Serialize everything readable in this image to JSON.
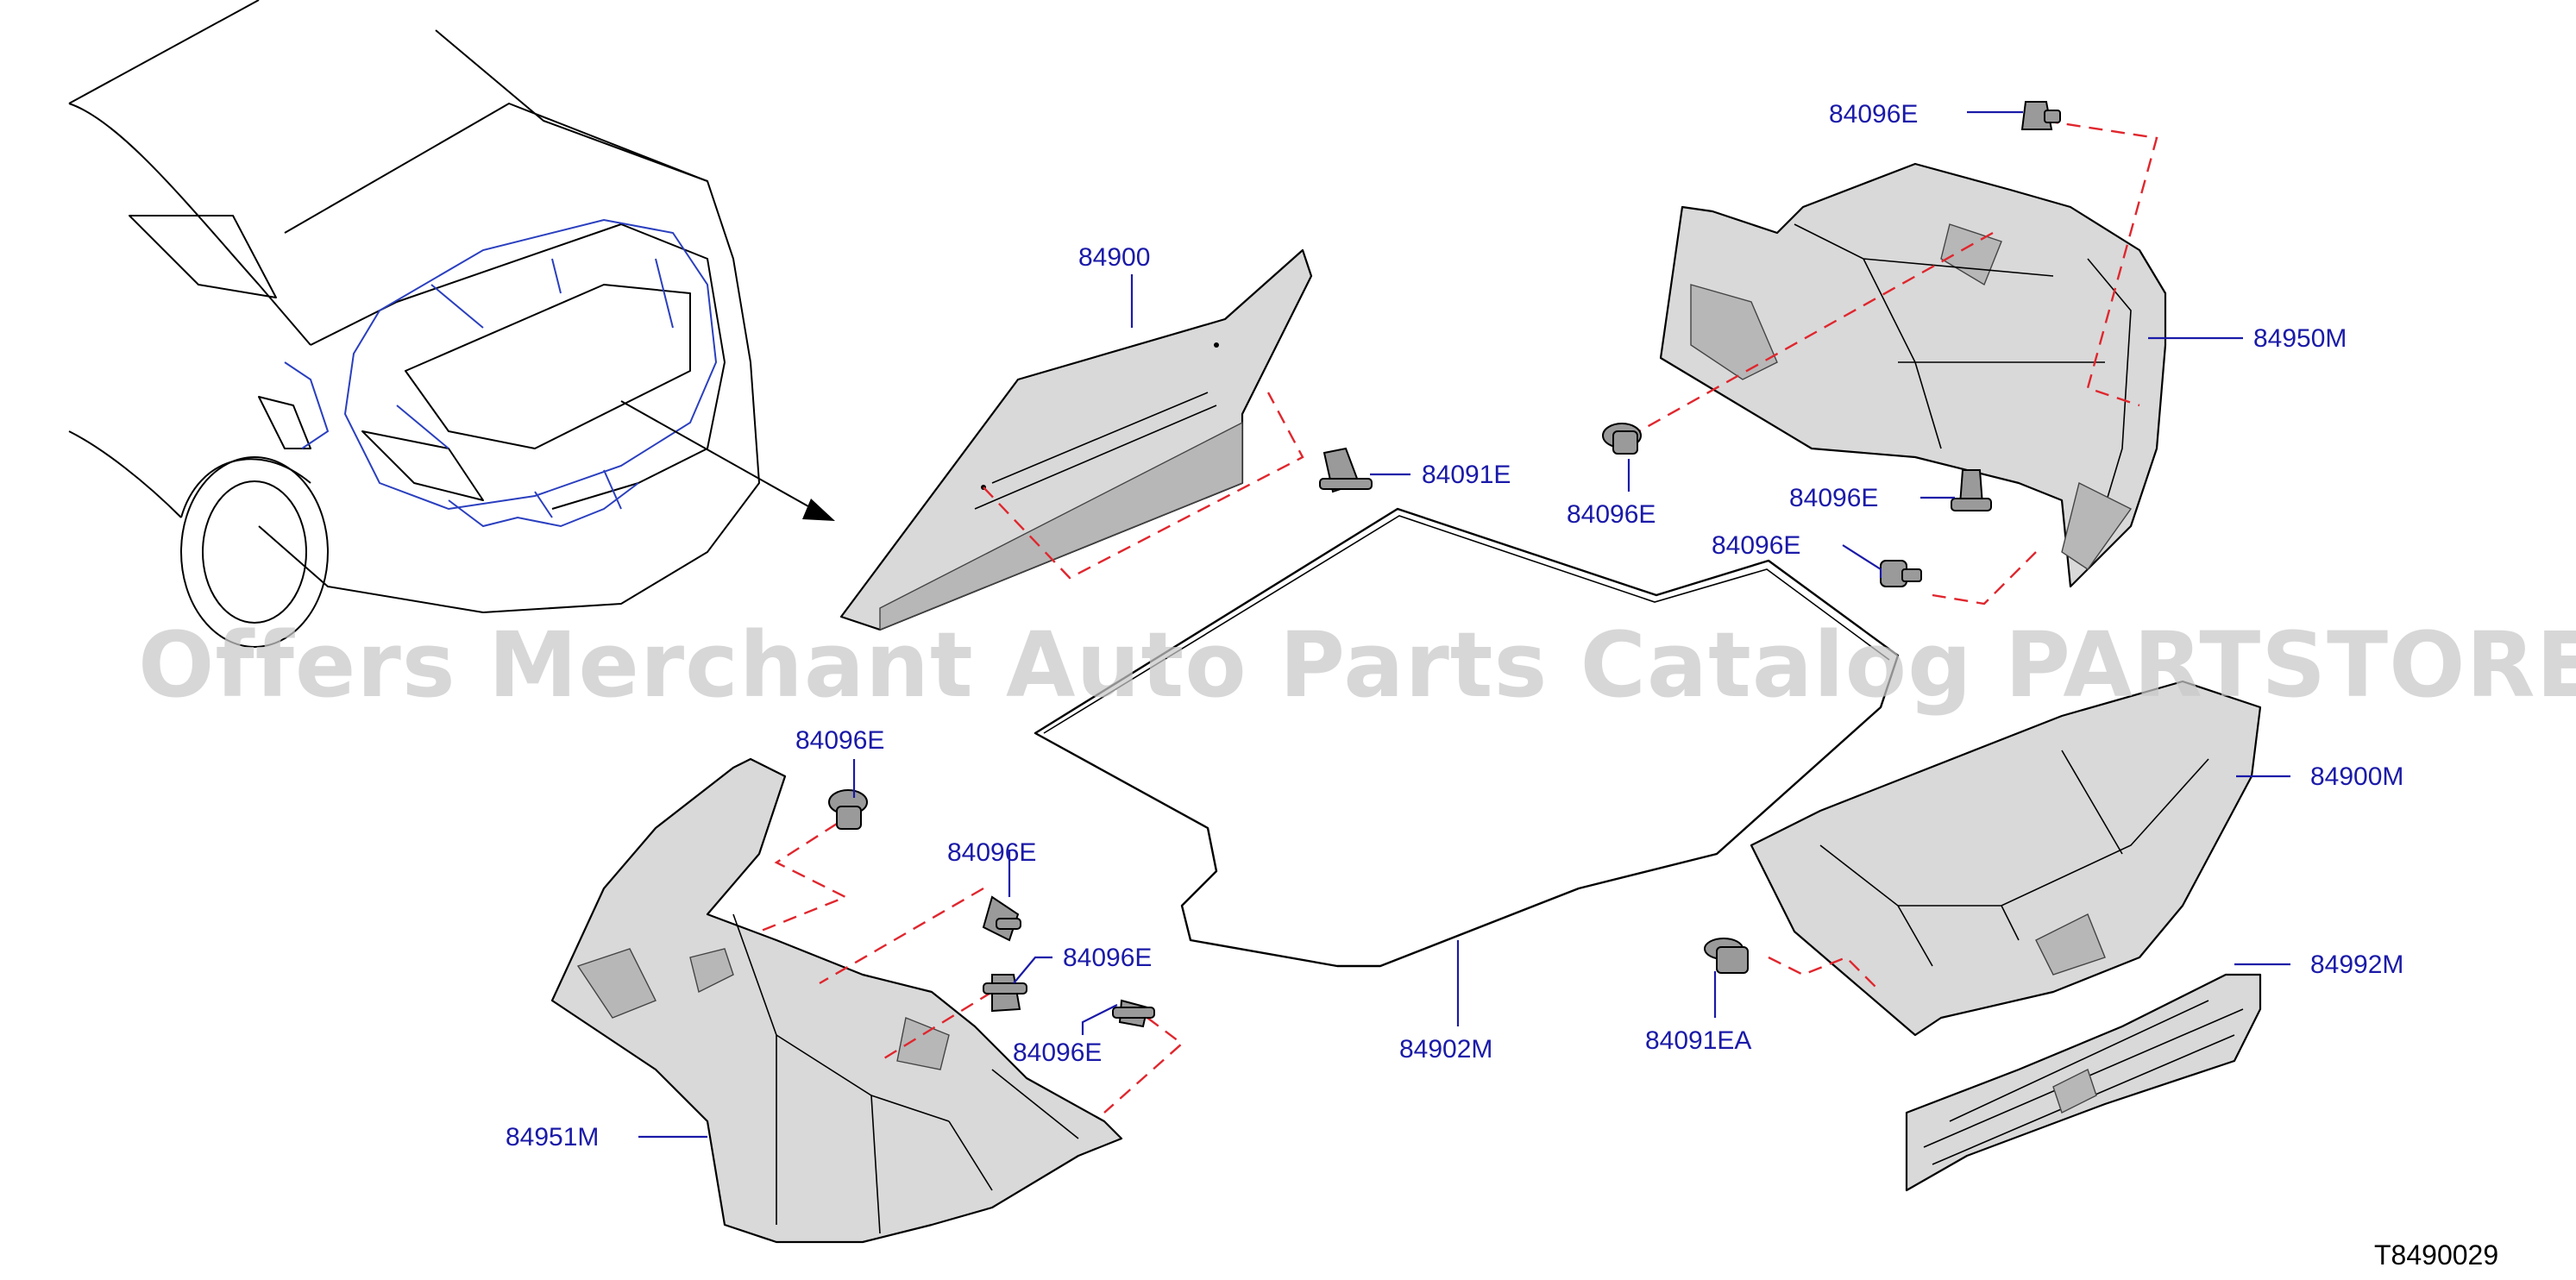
{
  "diagram": {
    "watermark": "Offers Merchant Auto Parts Catalog PARTSTORE.SA",
    "drawing_code": "T8490029",
    "colors": {
      "callout": "#1a1aa8",
      "fastener_link": "#e0262d",
      "wiring": "#2a3fbf",
      "part_fill": "#d9d9d9"
    },
    "callouts": {
      "c84900": "84900",
      "c84091E": "84091E",
      "c84096E_top": "84096E",
      "c84950M": "84950M",
      "c84096E_rmid_left": "84096E",
      "c84096E_rmid_center": "84096E",
      "c84096E_rmid_low": "84096E",
      "c84900M": "84900M",
      "c84992M": "84992M",
      "c84091EA": "84091EA",
      "c84902M": "84902M",
      "c84096E_l1": "84096E",
      "c84096E_l2": "84096E",
      "c84096E_l3": "84096E",
      "c84096E_l4": "84096E",
      "c84951M": "84951M"
    }
  }
}
